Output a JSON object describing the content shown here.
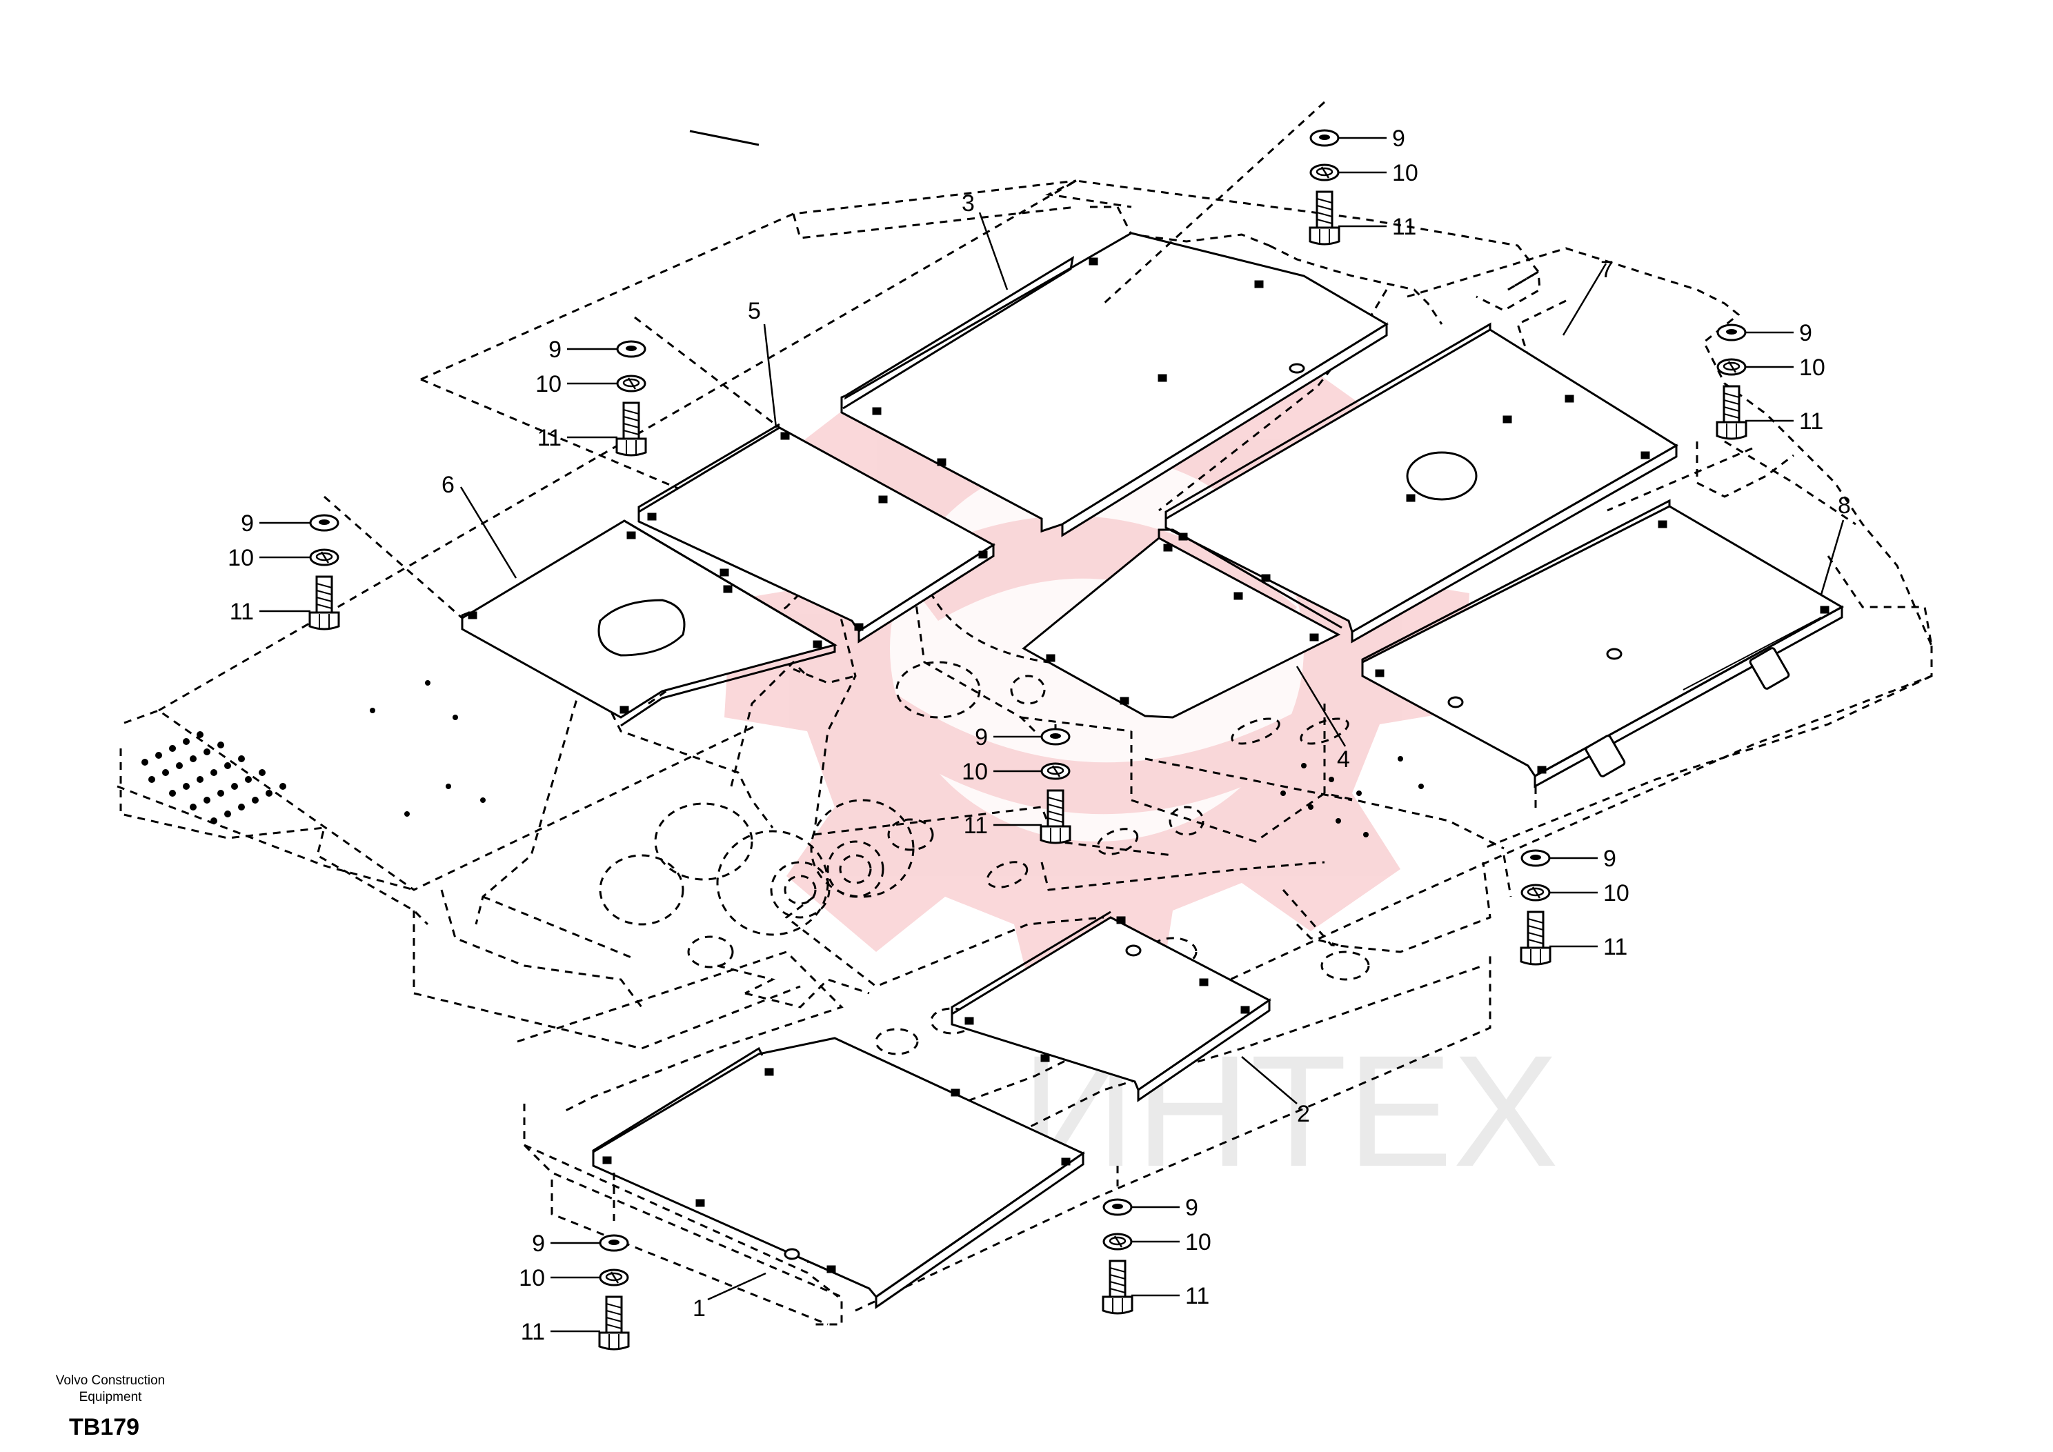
{
  "watermark": {
    "text": "ИНТЕХ",
    "color": "#f2a0a4",
    "text_color": "#e2e2e2"
  },
  "parts": {
    "p1": "1",
    "p2": "2",
    "p3": "3",
    "p4": "4",
    "p5": "5",
    "p6": "6",
    "p7": "7",
    "p8": "8"
  },
  "hardware": {
    "washer": "9",
    "lock_washer": "10",
    "bolt": "11"
  },
  "footer": {
    "manufacturer_line1": "Volvo Construction",
    "manufacturer_line2": "Equipment",
    "drawing_code": "TB179"
  }
}
